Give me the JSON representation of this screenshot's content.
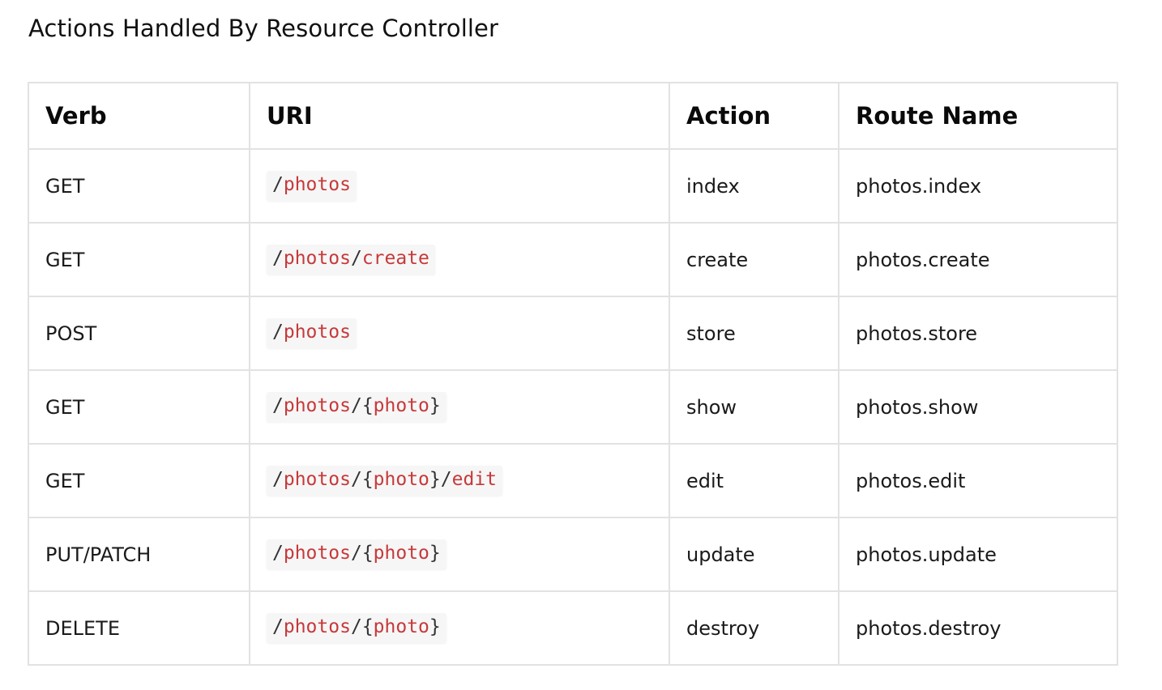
{
  "page": {
    "title": "Actions Handled By Resource Controller"
  },
  "colors": {
    "uri_segment": "#c7393a",
    "uri_separator": "#333333",
    "code_background": "#f6f6f6",
    "border": "#e2e2e2"
  },
  "table": {
    "headers": [
      "Verb",
      "URI",
      "Action",
      "Route Name"
    ],
    "rows": [
      {
        "verb": "GET",
        "uri": "/photos",
        "action": "index",
        "route_name": "photos.index"
      },
      {
        "verb": "GET",
        "uri": "/photos/create",
        "action": "create",
        "route_name": "photos.create"
      },
      {
        "verb": "POST",
        "uri": "/photos",
        "action": "store",
        "route_name": "photos.store"
      },
      {
        "verb": "GET",
        "uri": "/photos/{photo}",
        "action": "show",
        "route_name": "photos.show"
      },
      {
        "verb": "GET",
        "uri": "/photos/{photo}/edit",
        "action": "edit",
        "route_name": "photos.edit"
      },
      {
        "verb": "PUT/PATCH",
        "uri": "/photos/{photo}",
        "action": "update",
        "route_name": "photos.update"
      },
      {
        "verb": "DELETE",
        "uri": "/photos/{photo}",
        "action": "destroy",
        "route_name": "photos.destroy"
      }
    ]
  }
}
